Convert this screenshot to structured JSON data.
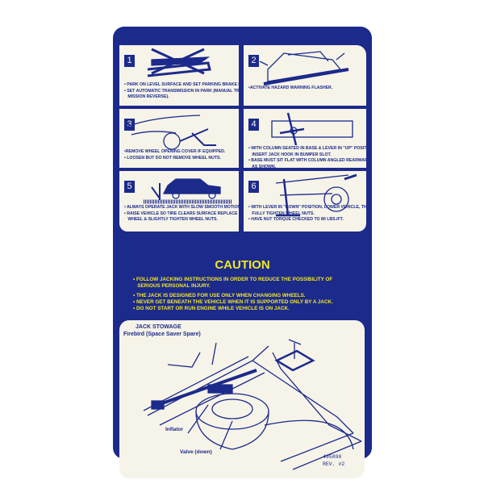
{
  "steps": [
    {
      "n": "1",
      "lines": [
        "• PARK ON LEVEL SURFACE AND SET PARKING BRAKE FIRMLY.",
        "• SET AUTOMATIC TRANSMISSION IN PARK (MANUAL TRANS-",
        "   MISSION REVERSE)."
      ]
    },
    {
      "n": "2",
      "lines": [
        "•ACTIVATE HAZARD WARNING FLASHER."
      ]
    },
    {
      "n": "3",
      "lines": [
        "•REMOVE WHEEL OPENING COVER IF EQUIPPED.",
        "• LOOSEN BUT DO NOT REMOVE WHEEL NUTS."
      ]
    },
    {
      "n": "4",
      "lines": [
        "• WITH COLUMN SEATED IN BASE & LEVER IN \"UP\" POSITION.",
        "   INSERT JACK HOOK IN BUMPER SLOT.",
        "• BASE MUST SIT FLAT WITH COLUMN ANGLED REARWARD",
        "   AS SHOWN."
      ]
    },
    {
      "n": "5",
      "lines": [
        "• ALWAYS OPERATE JACK WITH SLOW SMOOTH MOTION.",
        "• RAISE VEHICLE SO TIRE CLEARS SURFACE REPLACE",
        "   WHEEL & SLIGHTLY TIGHTEN WHEEL NUTS."
      ]
    },
    {
      "n": "6",
      "lines": [
        "• WITH LEVER IN \"DOWN\" POSITION, LOWER VEHICLE, THEN",
        "   FULLY TIGHTEN WHEEL NUTS.",
        "• HAVE NUT TORQUE CHECKED TO 80 LBS./FT."
      ]
    }
  ],
  "caution": {
    "title": "CAUTION",
    "lines": [
      "• FOLLOW JACKING INSTRUCTIONS IN ORDER TO REDUCE THE POSSIBILITY OF",
      "   SERIOUS PERSONAL INJURY.",
      "• THE JACK IS DESIGNED FOR USE ONLY WHEN CHANGING WHEELS.",
      "• NEVER GET BENEATH THE VEHICLE WHEN IT IS SUPPORTED ONLY BY A JACK.",
      "• DO NOT START OR RUN ENGINE WHILE VEHICLE IS ON JACK."
    ]
  },
  "stowage": {
    "title": "JACK STOWAGE",
    "subtitle": "Firebird (Space Saver Spare)",
    "inflator": "Inflator",
    "valve": "Valve (down)",
    "part_no": "495890",
    "rev": "REV. #2"
  },
  "colors": {
    "blue": "#1c2a8c",
    "yellow": "#f2e81e",
    "cream": "#f6f3e8"
  }
}
